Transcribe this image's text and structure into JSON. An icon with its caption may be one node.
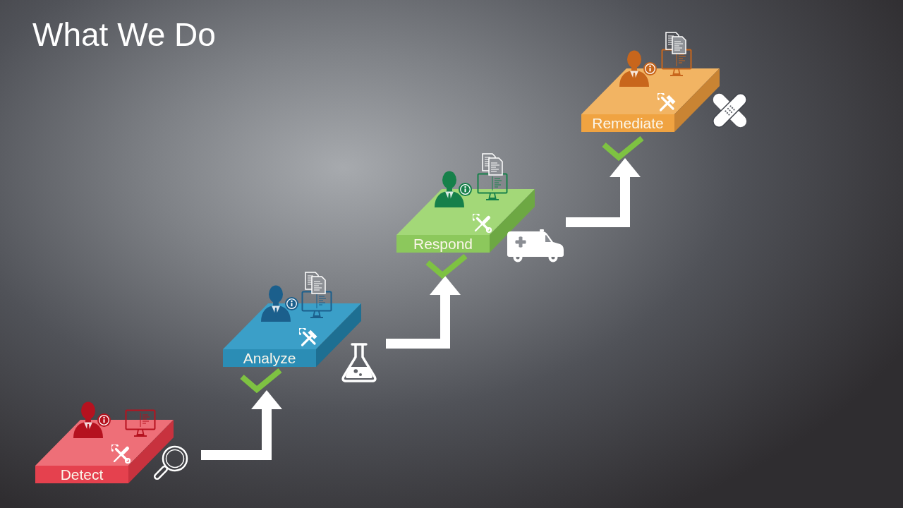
{
  "diagram": {
    "title": "What We Do",
    "nodes": [
      {
        "text": [
          "Detect"
        ]
      },
      {
        "text": [
          "Analyze"
        ]
      },
      {
        "text": [
          "Respond"
        ]
      },
      {
        "text": [
          "Remediate"
        ]
      }
    ],
    "edges": [
      {
        "from": 0,
        "to": 1,
        "arrow": "to"
      },
      {
        "from": 1,
        "to": 2,
        "arrow": "to"
      },
      {
        "from": 2,
        "to": 3,
        "arrow": "to"
      }
    ]
  }
}
